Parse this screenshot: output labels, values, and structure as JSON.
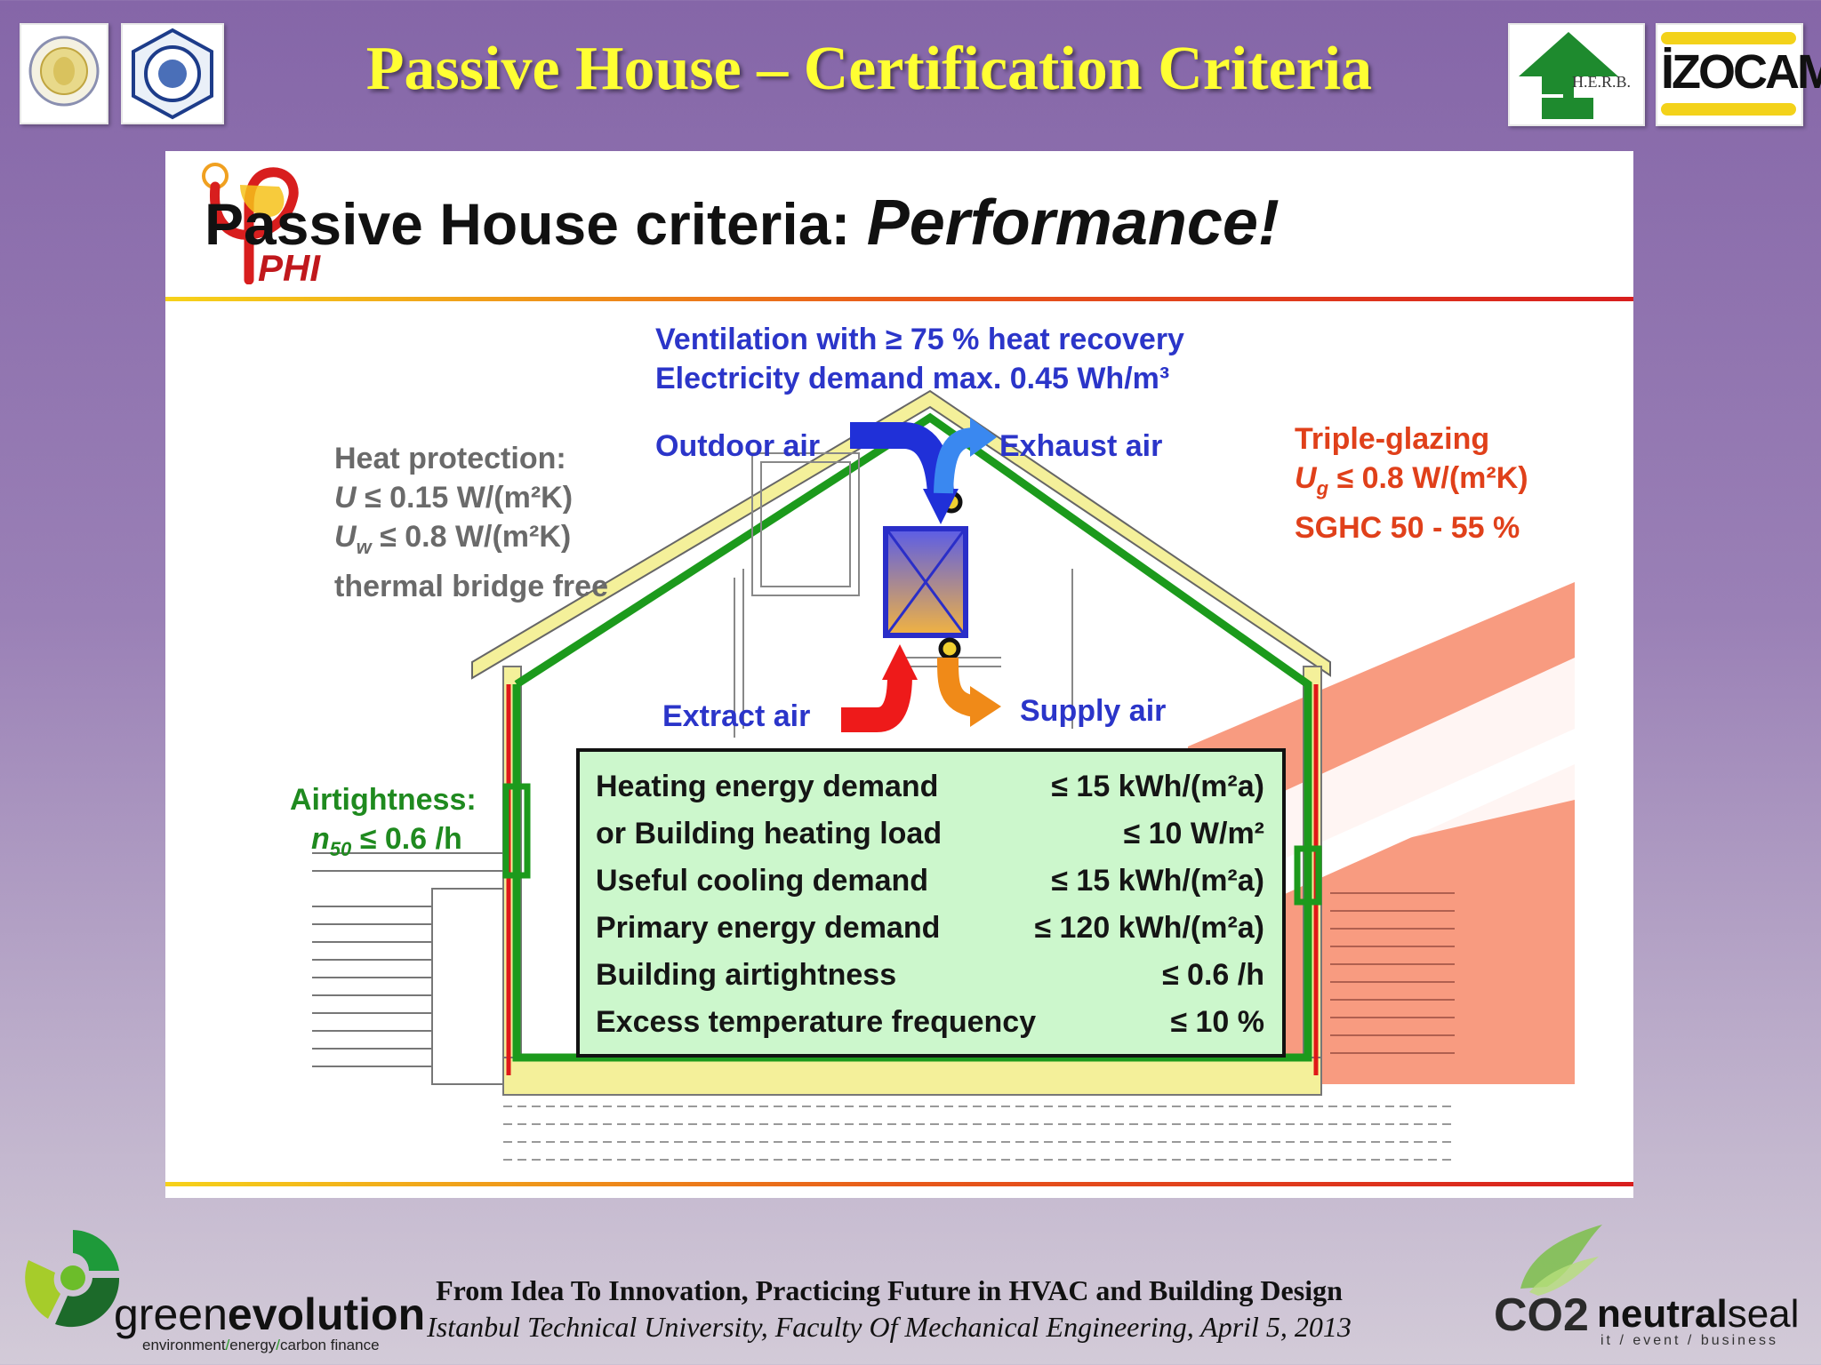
{
  "slide": {
    "title": "Passive House – Certification Criteria"
  },
  "logos": {
    "herb": "H.E.R.B.",
    "izocam": "İZOCAM",
    "phi": "PHI",
    "green_a": "green",
    "green_b": "evolution",
    "green_tag_a": "environment",
    "green_tag_b": "energy",
    "green_tag_c": "carbon finance",
    "co2": "CO2",
    "neutral_a": "neutral",
    "neutral_b": "seal",
    "neutral_tag": "it / event / business"
  },
  "panel": {
    "title_main": "Passive House criteria: ",
    "title_emph": "Performance!"
  },
  "ventilation": {
    "line1": "Ventilation with ≥ 75 % heat recovery",
    "line2": "Electricity demand max. 0.45 Wh/m³"
  },
  "airflows": {
    "outdoor": "Outdoor air",
    "exhaust": "Exhaust air",
    "extract": "Extract air",
    "supply": "Supply air"
  },
  "heat_protection": {
    "heading": "Heat protection:",
    "u_sym": "U",
    "u_val": " ≤ 0.15 W/(m²K)",
    "uw_sym": "U",
    "uw_sub": "w",
    "uw_val": " ≤ 0.8 W/(m²K)",
    "bridge": "thermal bridge free"
  },
  "glazing": {
    "heading": "Triple-glazing",
    "ug_sym": "U",
    "ug_sub": "g",
    "ug_val": " ≤ 0.8 W/(m²K)",
    "sghc": "SGHC 50 - 55 %"
  },
  "airtightness": {
    "heading": "Airtightness:",
    "n_sym": "n",
    "n_sub": "50",
    "n_val": " ≤ 0.6 /h"
  },
  "criteria": [
    {
      "label": "Heating energy demand",
      "value": "≤  15 kWh/(m²a)"
    },
    {
      "label": "or Building heating load",
      "value": "≤ 10 W/m²"
    },
    {
      "label": "Useful cooling demand",
      "value": "≤  15 kWh/(m²a)"
    },
    {
      "label": "Primary energy demand",
      "value": "≤ 120 kWh/(m²a)"
    },
    {
      "label": "Building airtightness",
      "value": "≤ 0.6 /h"
    },
    {
      "label": "Excess temperature frequency",
      "value": "≤  10 %"
    }
  ],
  "footer": {
    "line1": "From Idea To Innovation,  Practicing Future in HVAC and Building Design",
    "line2": "Istanbul Technical University, Faculty Of Mechanical Engineering, April 5, 2013"
  }
}
